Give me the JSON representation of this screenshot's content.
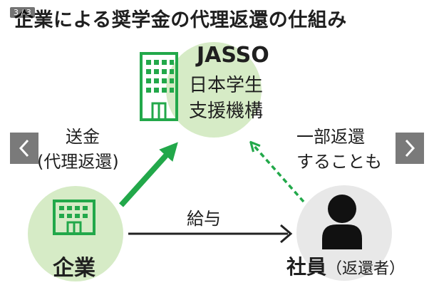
{
  "title": "企業による奨学金の代理返還の仕組み",
  "gallery": {
    "counter": "3 / 3"
  },
  "nodes": {
    "jasso": {
      "name": "JASSO",
      "line1": "日本学生",
      "line2": "支援機構"
    },
    "company": {
      "name": "企業"
    },
    "employee": {
      "name": "社員",
      "sub": "（返還者）"
    }
  },
  "flows": {
    "company_to_jasso": {
      "line1": "送金",
      "line2": "(代理返還)"
    },
    "employee_to_jasso": {
      "line1": "一部返還",
      "line2": "することも"
    },
    "company_to_employee": {
      "label": "給与"
    }
  },
  "colors": {
    "green": "#22a84a",
    "light_green": "#d6ebc6",
    "light_gray": "#e8e8e8",
    "dark": "#1f1f1f",
    "nav": "#7a7a7a"
  },
  "icons": {
    "building": "building-icon",
    "person": "person-icon",
    "prev": "chevron-left-icon",
    "next": "chevron-right-icon"
  }
}
